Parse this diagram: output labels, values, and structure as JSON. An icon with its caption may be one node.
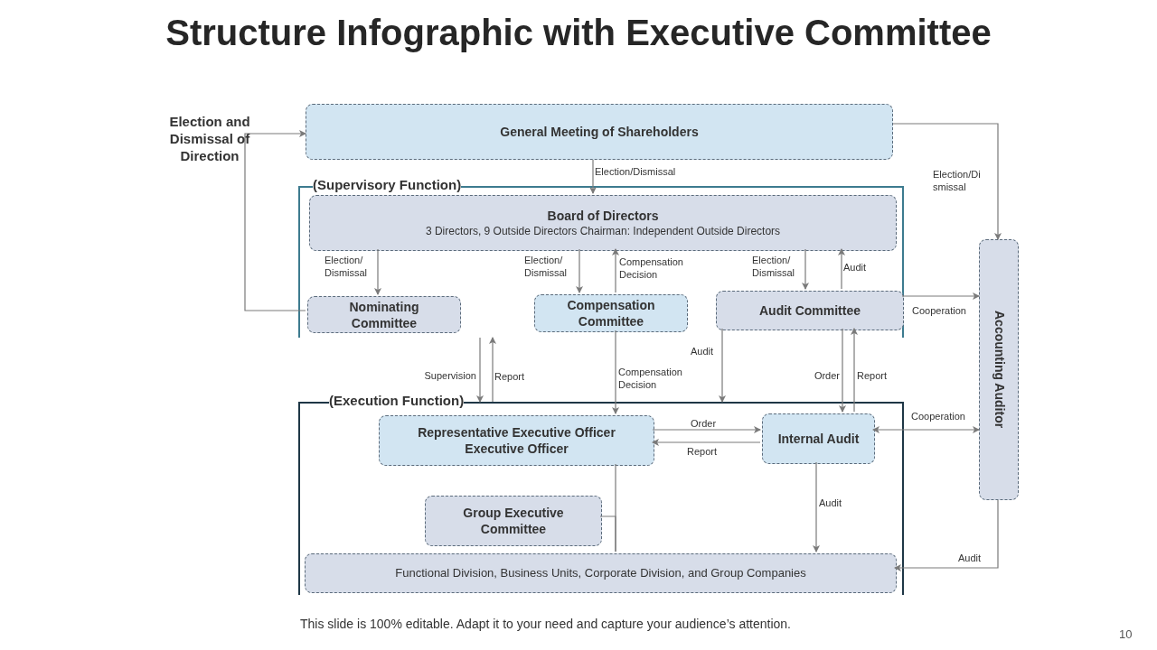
{
  "diagram": {
    "title": "Structure Infographic with Executive Committee",
    "nodes": [
      {
        "text": [
          "General Meeting of Shareholders"
        ]
      },
      {
        "text": [
          "(Supervisory Function)"
        ]
      },
      {
        "text": [
          "Board of Directors",
          "3 Directors, 9 Outside Directors Chairman: Independent Outside Directors"
        ],
        "in": 1
      },
      {
        "text": [
          "Nominating Committee"
        ],
        "in": 1
      },
      {
        "text": [
          "Compensation Committee"
        ],
        "in": 1
      },
      {
        "text": [
          "Audit Committee"
        ],
        "in": 1
      },
      {
        "text": [
          "Accounting Auditor"
        ]
      },
      {
        "text": [
          "(Execution Function)"
        ]
      },
      {
        "text": [
          "Representative Executive Officer Executive Officer"
        ],
        "in": 7
      },
      {
        "text": [
          "Internal Audit"
        ],
        "in": 7
      },
      {
        "text": [
          "Group Executive Committee"
        ],
        "in": 7
      },
      {
        "text": [
          "Functional Division, Business Units, Corporate Division, and Group Companies"
        ],
        "in": 7
      }
    ],
    "edges": [
      {
        "from": 0,
        "to": 2,
        "arrow": "to",
        "label": "Election/Dismissal"
      },
      {
        "from": 3,
        "to": 0,
        "arrow": "to",
        "label": "Election and Dismissal of Direction"
      },
      {
        "from": 0,
        "to": 6,
        "arrow": "to",
        "label": "Election/Di smissal"
      },
      {
        "from": 2,
        "to": 3,
        "arrow": "to",
        "label": "Election/ Dismissal"
      },
      {
        "from": 2,
        "to": 4,
        "arrow": "to",
        "label": "Election/ Dismissal"
      },
      {
        "from": 4,
        "to": 2,
        "arrow": "to",
        "label": "Compensation Decision"
      },
      {
        "from": 2,
        "to": 5,
        "arrow": "to",
        "label": "Election/ Dismissal"
      },
      {
        "from": 5,
        "to": 2,
        "arrow": "to",
        "label": "Audit"
      },
      {
        "from": 5,
        "to": 6,
        "arrow": "to",
        "label": "Cooperation"
      },
      {
        "from": 1,
        "to": 7,
        "arrow": "to",
        "label": "Supervision"
      },
      {
        "from": 7,
        "to": 1,
        "arrow": "to",
        "label": "Report"
      },
      {
        "from": 4,
        "to": 8,
        "arrow": "to",
        "label": "Compensation Decision"
      },
      {
        "from": 5,
        "to": 7,
        "arrow": "to",
        "label": "Audit"
      },
      {
        "from": 5,
        "to": 9,
        "arrow": "to",
        "label": "Order"
      },
      {
        "from": 9,
        "to": 5,
        "arrow": "to",
        "label": "Report"
      },
      {
        "from": 8,
        "to": 9,
        "arrow": "to",
        "label": "Order"
      },
      {
        "from": 9,
        "to": 8,
        "arrow": "to",
        "label": "Report"
      },
      {
        "from": 9,
        "to": 6,
        "arrow": "both",
        "label": "Cooperation"
      },
      {
        "from": 9,
        "to": 11,
        "arrow": "to",
        "label": "Audit"
      },
      {
        "from": 6,
        "to": 11,
        "arrow": "to",
        "label": "Audit"
      },
      {
        "from": 8,
        "to": 11,
        "arrow": "none"
      },
      {
        "from": 10,
        "to": 11,
        "arrow": "none"
      }
    ],
    "labels": [
      "This slide is 100% editable. Adapt it to your need and capture your audience’s attention.",
      "10"
    ]
  }
}
